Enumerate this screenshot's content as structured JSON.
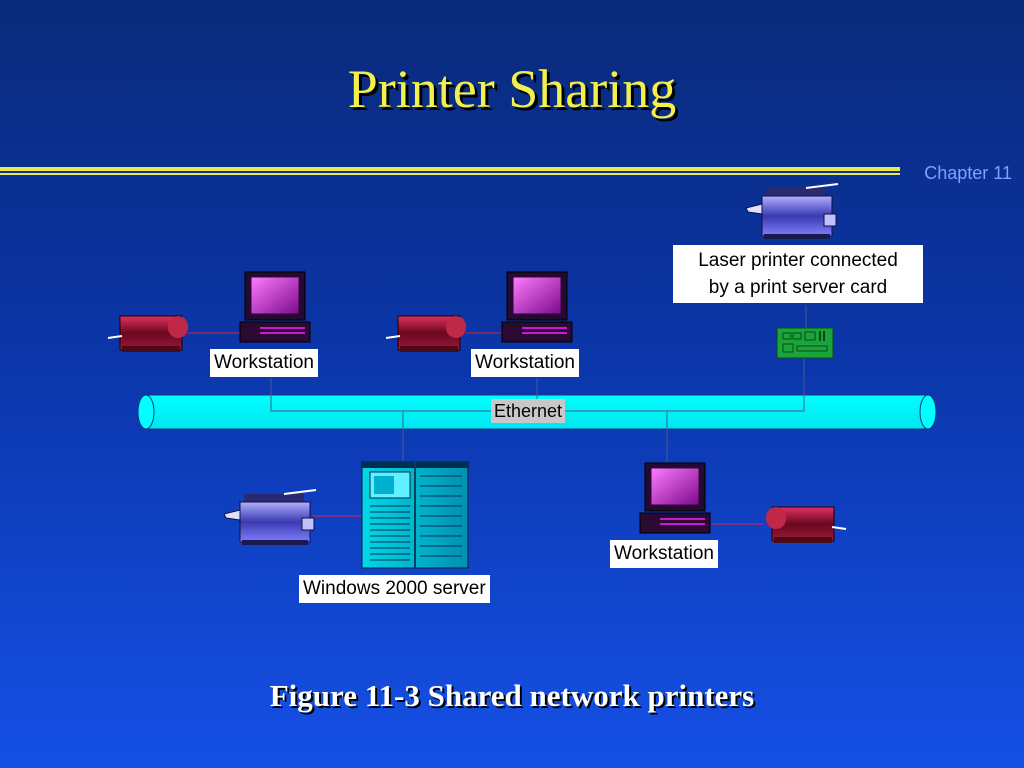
{
  "slide": {
    "title": "Printer Sharing",
    "chapter": "Chapter 11",
    "caption": "Figure 11-3  Shared network printers"
  },
  "diagram": {
    "network_label": "Ethernet",
    "workstation_label": "Workstation",
    "server_label": "Windows 2000 server",
    "laser_printer_label_line1": "Laser printer connected",
    "laser_printer_label_line2": "by a print server card"
  },
  "colors": {
    "title": "#f2f04a",
    "rule": "#e9e84a",
    "ethernet_cable": "#00ffff",
    "monitor_screen": "#c81ad6",
    "local_printer": "#8a1030",
    "laser_printer": "#5a5ad8",
    "print_server_card": "#1aa53a"
  }
}
